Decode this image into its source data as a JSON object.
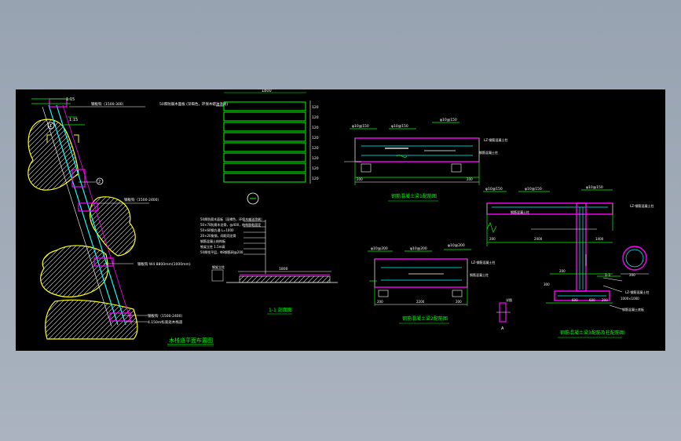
{
  "colors": {
    "background": "#000000",
    "frame": "#9aa5b3",
    "green": "#00ff00",
    "magenta": "#ff00ff",
    "cyan": "#00ffff",
    "white": "#ffffff",
    "yellow": "#ffff00",
    "red": "#ff3030"
  },
  "elevation": {
    "title": "木栈道平面布置图",
    "dims": [
      "1:15",
      "1:15"
    ],
    "labels": [
      "钢板钩（1500-300）",
      "钢板钩（1500-2400）",
      "钢板钩 W4 8800mm(1000mm)",
      "钢板钩（1500-2400）",
      "4.150m标高处木栈道"
    ],
    "markers": [
      "1",
      "2"
    ]
  },
  "section": {
    "title": "1-1 剖面图",
    "top_dim": "1800",
    "top_label": "50厚防腐木面板 (深褐色，环保木蜡油涂刷)",
    "right_dims": [
      "120",
      "120",
      "120",
      "120",
      "120",
      "120",
      "120",
      "120"
    ],
    "layers": [
      "50厚防腐木面板（深褐色，环保木蜡油涂刷）",
      "50×70防腐木龙骨，@400，结构胶粘固定",
      "50×60钢方通 L=1000",
      "20×20角钢，间距同龙骨",
      "钢筋混凝土结构板",
      "铁架立柱 1.5m高",
      "50厚找平层，Φ8钢筋网@200"
    ],
    "bottom_dim": "1800",
    "left_label": "钢架立柱"
  },
  "beam1": {
    "title": "钢筋混凝土梁1配筋图",
    "rebar": [
      "φ10@150",
      "φ10@150",
      "φ10@150"
    ],
    "labels": [
      "LZ-钢筋混凝土柱",
      "钢筋混凝土柱"
    ],
    "dims": [
      "200",
      "200"
    ]
  },
  "beam2": {
    "title": "钢筋混凝土梁2配筋图",
    "rebar": [
      "φ10@200",
      "φ10@200",
      "φ10@200"
    ],
    "labels": [
      "LZ-钢筋混凝土柱",
      "钢筋混凝土柱"
    ],
    "dims": [
      "200",
      "2200",
      "200"
    ]
  },
  "beam3": {
    "title": "钢筋混凝土梁3配筋及柱配筋图",
    "rebar": [
      "φ10@150",
      "φ10@150",
      "φ10@150"
    ],
    "labels": [
      "LZ-钢筋混凝土柱",
      "钢筋混凝土柱",
      "LZ-钢筋混凝土柱",
      "1000×1000",
      "钢筋混凝土底板"
    ],
    "dims": [
      "200",
      "2400",
      "1400",
      "200",
      "600",
      "300",
      "600",
      "200"
    ],
    "section_mark": "1-1",
    "circle_dim": "200"
  },
  "detail": {
    "label": "详图",
    "mark": "A"
  }
}
